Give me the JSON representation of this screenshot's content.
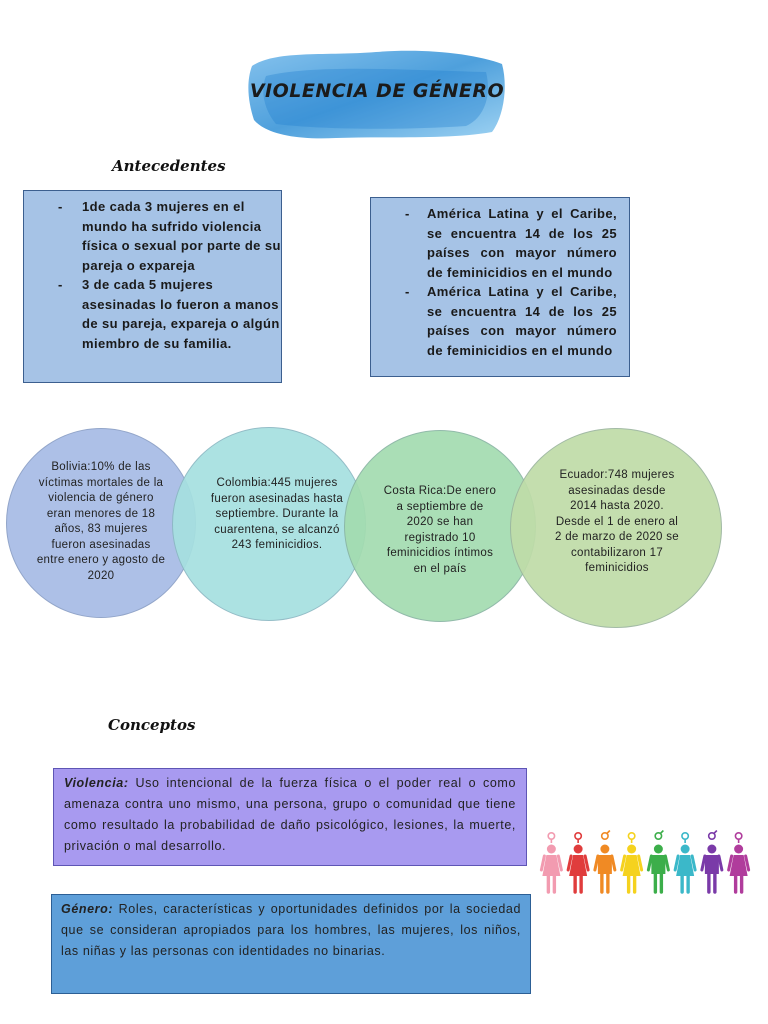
{
  "title": "VIOLENCIA DE GÉNERO",
  "sections": {
    "antecedentes": "Antecedentes",
    "conceptos": "Conceptos"
  },
  "box_left": {
    "items": [
      "1de cada 3 mujeres en el mundo ha sufrido violencia física o sexual por parte de su pareja o expareja",
      "3 de cada 5 mujeres asesinadas lo fueron a manos de su pareja, expareja o algún miembro de su familia."
    ]
  },
  "box_right": {
    "items": [
      "América Latina y el Caribe, se encuentra 14 de los 25 países con mayor número de feminicidios en el mundo",
      "América Latina y el Caribe, se encuentra 14 de los 25 países con mayor número de feminicidios en el mundo"
    ]
  },
  "circles": [
    {
      "text": "Bolivia:10% de las víctimas mortales de la violencia de género eran menores de 18 años, 83 mujeres fueron asesinadas entre enero y agosto de 2020",
      "color": "#a9bde6"
    },
    {
      "text": "Colombia:445 mujeres fueron asesinadas hasta septiembre. Durante la cuarentena, se alcanzó 243 feminicidios.",
      "color": "#a6e0e0"
    },
    {
      "text": "Costa Rica:De enero a septiembre de 2020 se han registrado 10 feminicidios íntimos en el país",
      "color": "#a3dcb0"
    },
    {
      "text": "Ecuador:748 mujeres asesinadas desde 2014 hasta 2020. Desde el 1 de enero al 2 de marzo de 2020 se contabilizaron 17 feminicidios",
      "color": "#bfdca8"
    }
  ],
  "concepts": {
    "violencia_term": "Violencia:",
    "violencia_text": " Uso intencional de la fuerza física o el poder real o como amenaza contra uno mismo, una persona, grupo o comunidad que tiene como resultado la probabilidad de daño psicológico, lesiones, la muerte, privación o mal desarrollo.",
    "genero_term": "Género:",
    "genero_text": " Roles, características y oportunidades definidos por la sociedad que se consideran apropiados para los hombres, las mujeres, los niños, las niñas y las personas con identidades no binarias."
  },
  "people_colors": [
    "#f29bb0",
    "#e03c3c",
    "#f08a24",
    "#f5d21e",
    "#3cae4a",
    "#3bb8c9",
    "#7a3aa8",
    "#b03c9c"
  ]
}
